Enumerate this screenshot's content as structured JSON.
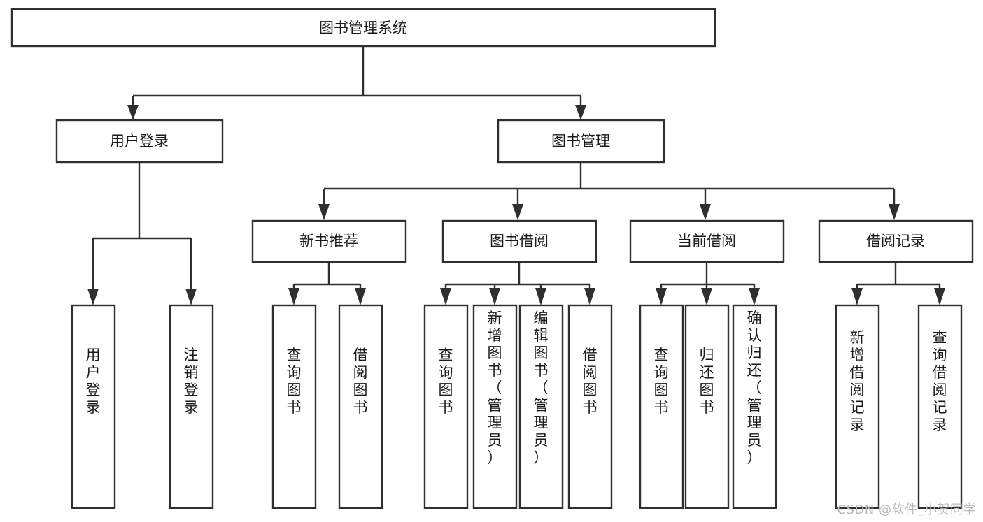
{
  "diagram": {
    "title": "图书管理系统",
    "type": "tree",
    "watermark": "CSDN @软件_小贺同学",
    "colors": {
      "stroke": "#2f2f2f",
      "fill": "#ffffff",
      "text": "#1a1a1a",
      "watermark": "#b9b9b9",
      "background": "#ffffff"
    },
    "nodes": {
      "root": {
        "label": "图书管理系统",
        "orientation": "horizontal"
      },
      "level2": [
        {
          "id": "user-login",
          "label": "用户登录",
          "orientation": "horizontal"
        },
        {
          "id": "book-manage",
          "label": "图书管理",
          "orientation": "horizontal"
        }
      ],
      "level3": [
        {
          "id": "new-book-recommend",
          "label": "新书推荐",
          "orientation": "horizontal"
        },
        {
          "id": "book-borrow",
          "label": "图书借阅",
          "orientation": "horizontal"
        },
        {
          "id": "current-borrow",
          "label": "当前借阅",
          "orientation": "horizontal"
        },
        {
          "id": "borrow-record",
          "label": "借阅记录",
          "orientation": "horizontal"
        }
      ],
      "leaves": [
        {
          "id": "leaf-user-login",
          "parent": "user-login",
          "label": "用户登录",
          "orientation": "vertical"
        },
        {
          "id": "leaf-logout",
          "parent": "user-login",
          "label": "注销登录",
          "orientation": "vertical"
        },
        {
          "id": "leaf-query-book-1",
          "parent": "new-book-recommend",
          "label": "查询图书",
          "orientation": "vertical"
        },
        {
          "id": "leaf-borrow-book-1",
          "parent": "new-book-recommend",
          "label": "借阅图书",
          "orientation": "vertical"
        },
        {
          "id": "leaf-query-book-2",
          "parent": "book-borrow",
          "label": "查询图书",
          "orientation": "vertical"
        },
        {
          "id": "leaf-add-book",
          "parent": "book-borrow",
          "label": "新增图书（管理员）",
          "orientation": "vertical"
        },
        {
          "id": "leaf-edit-book",
          "parent": "book-borrow",
          "label": "编辑图书（管理员）",
          "orientation": "vertical"
        },
        {
          "id": "leaf-borrow-book-2",
          "parent": "book-borrow",
          "label": "借阅图书",
          "orientation": "vertical"
        },
        {
          "id": "leaf-query-book-3",
          "parent": "current-borrow",
          "label": "查询图书",
          "orientation": "vertical"
        },
        {
          "id": "leaf-return-book",
          "parent": "current-borrow",
          "label": "归还图书",
          "orientation": "vertical"
        },
        {
          "id": "leaf-confirm-return",
          "parent": "current-borrow",
          "label": "确认归还（管理员）",
          "orientation": "vertical"
        },
        {
          "id": "leaf-add-record",
          "parent": "borrow-record",
          "label": "新增借阅记录",
          "orientation": "vertical"
        },
        {
          "id": "leaf-query-record",
          "parent": "borrow-record",
          "label": "查询借阅记录",
          "orientation": "vertical"
        }
      ]
    }
  }
}
